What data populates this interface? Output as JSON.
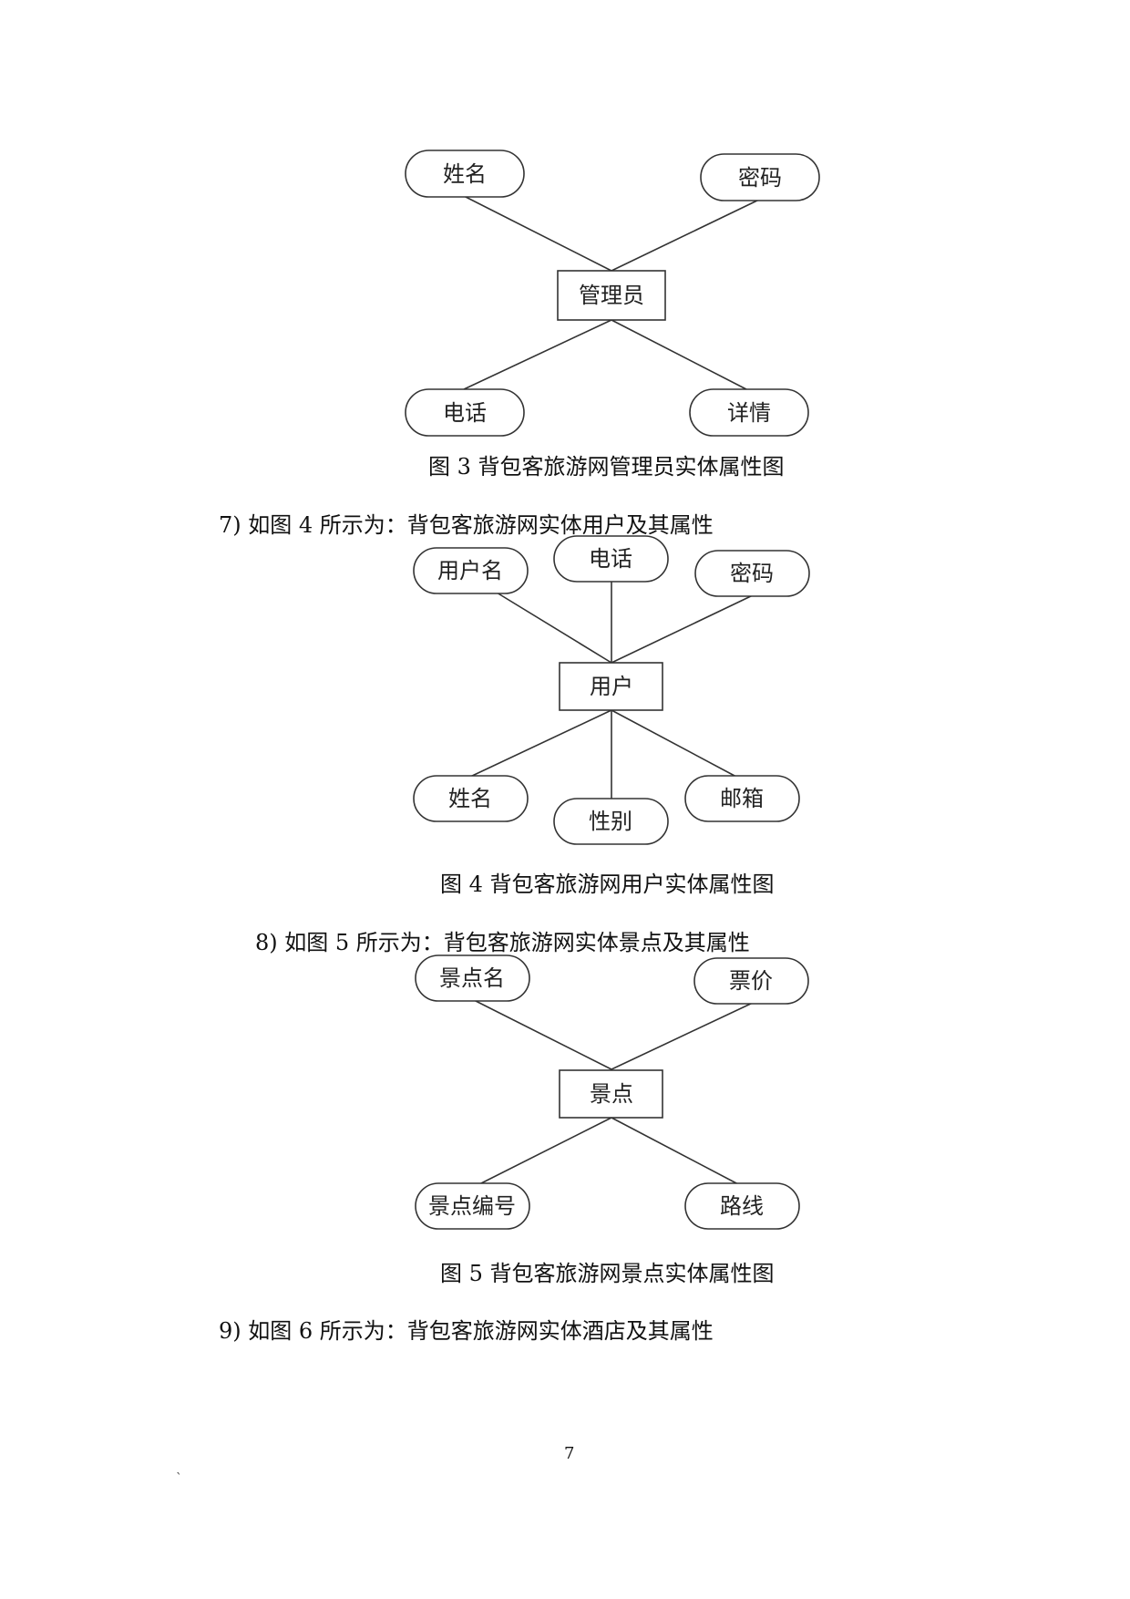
{
  "figures": [
    {
      "id": "fig3",
      "entity": "管理员",
      "attributes": [
        "姓名",
        "密码",
        "电话",
        "详情"
      ],
      "caption": "图 3 背包客旅游网管理员实体属性图"
    },
    {
      "id": "fig4",
      "intro": "7)  如图 4 所示为：背包客旅游网实体用户及其属性",
      "entity": "用户",
      "attributes": [
        "用户名",
        "电话",
        "密码",
        "姓名",
        "性别",
        "邮箱"
      ],
      "caption": "图 4 背包客旅游网用户实体属性图"
    },
    {
      "id": "fig5",
      "intro": "8)  如图 5 所示为：背包客旅游网实体景点及其属性",
      "entity": "景点",
      "attributes": [
        "景点名",
        "票价",
        "景点编号",
        "路线"
      ],
      "caption": "图 5 背包客旅游网景点实体属性图"
    }
  ],
  "next_item": "9)  如图 6 所示为：背包客旅游网实体酒店及其属性",
  "page_number": "7",
  "stray_mark": "`"
}
